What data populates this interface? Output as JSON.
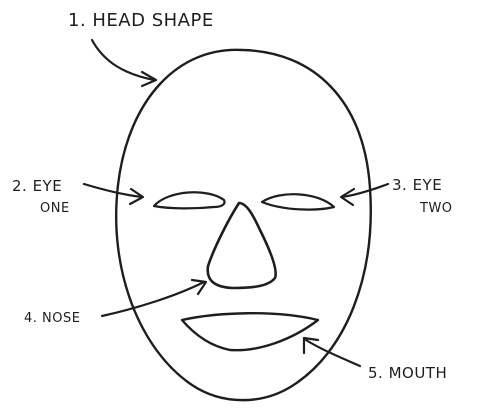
{
  "labels": {
    "head": "1. HEAD SHAPE",
    "eye_one_line1": "2. EYE",
    "eye_one_line2": "ONE",
    "eye_two_line1": "3. EYE",
    "eye_two_line2": "TWO",
    "nose": "4. NOSE",
    "mouth": "5. MOUTH"
  }
}
